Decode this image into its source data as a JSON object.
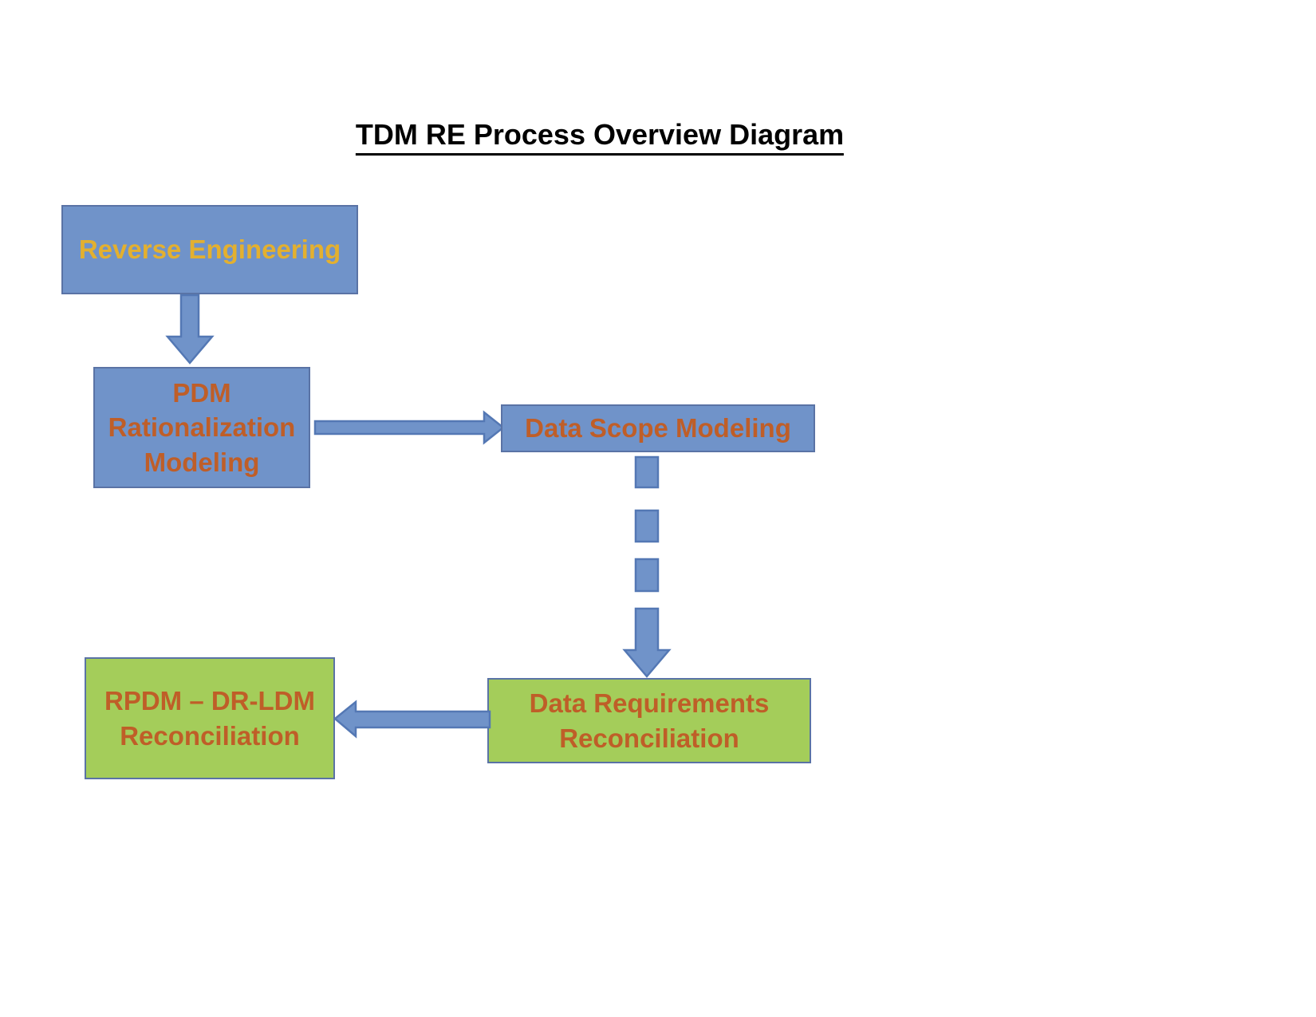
{
  "title": "TDM RE Process Overview Diagram",
  "nodes": {
    "reverse_engineering": {
      "label": "Reverse Engineering"
    },
    "pdm_rationalization_modeling": {
      "label": "PDM\nRationalization\nModeling"
    },
    "data_scope_modeling": {
      "label": "Data Scope Modeling"
    },
    "data_requirements_reconciliation": {
      "label": "Data Requirements\nReconciliation"
    },
    "rpdm_dr_ldm_reconciliation": {
      "label": "RPDM – DR-LDM\nReconciliation"
    }
  },
  "connections": [
    {
      "from": "Reverse Engineering",
      "to": "PDM Rationalization Modeling",
      "direction": "down",
      "style": "solid-block-arrow"
    },
    {
      "from": "PDM Rationalization Modeling",
      "to": "Data Scope Modeling",
      "direction": "right",
      "style": "solid-block-arrow"
    },
    {
      "from": "Data Scope Modeling",
      "to": "Data Requirements Reconciliation",
      "direction": "down",
      "style": "dashed-block-arrow"
    },
    {
      "from": "Data Requirements Reconciliation",
      "to": "RPDM – DR-LDM Reconciliation",
      "direction": "left",
      "style": "solid-block-arrow"
    }
  ],
  "colors": {
    "blue_fill": "#7093C9",
    "green_fill": "#A4CD5A",
    "box_border": "#5A73A5",
    "arrow_fill": "#7093C9",
    "arrow_border": "#5478B4",
    "gold_text": "#E3B02F",
    "orange_text": "#BF5E28",
    "title_text": "#000000"
  }
}
